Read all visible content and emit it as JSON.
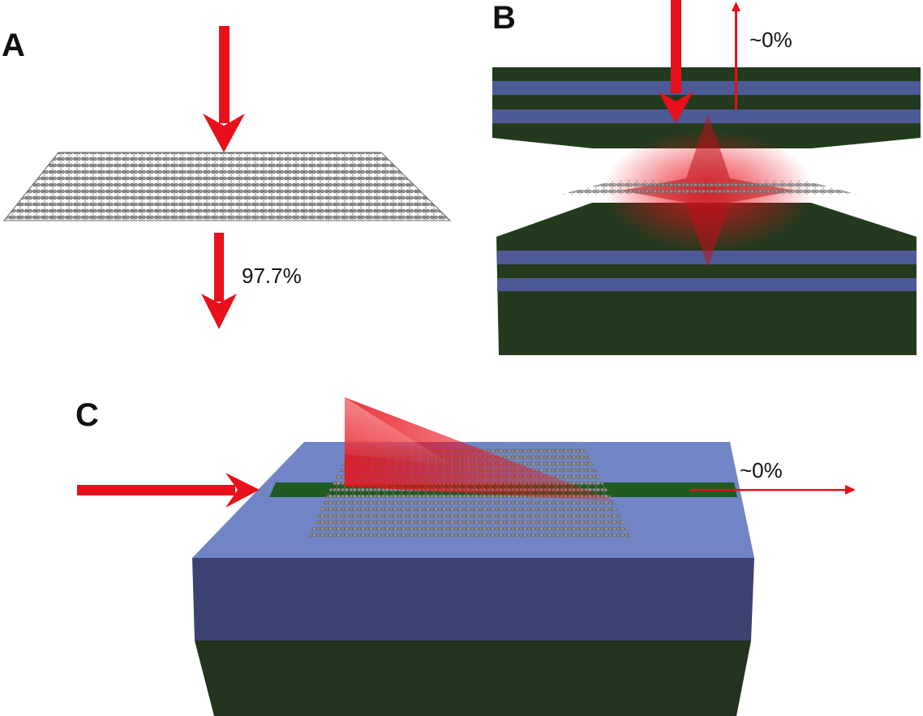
{
  "panels": {
    "a": {
      "label": "A",
      "transmission": "97.7%"
    },
    "b": {
      "label": "B",
      "reflection": "~0%"
    },
    "c": {
      "label": "C",
      "transmission": "~0%"
    }
  },
  "colors": {
    "light": "#e8101a",
    "substrate_green": "#233a1f",
    "mirror_blue": "#4d5a96",
    "waveguide_top": "#7185c6",
    "waveguide_front": "#3b4170",
    "carbon_atom": "#8a8a8a"
  }
}
